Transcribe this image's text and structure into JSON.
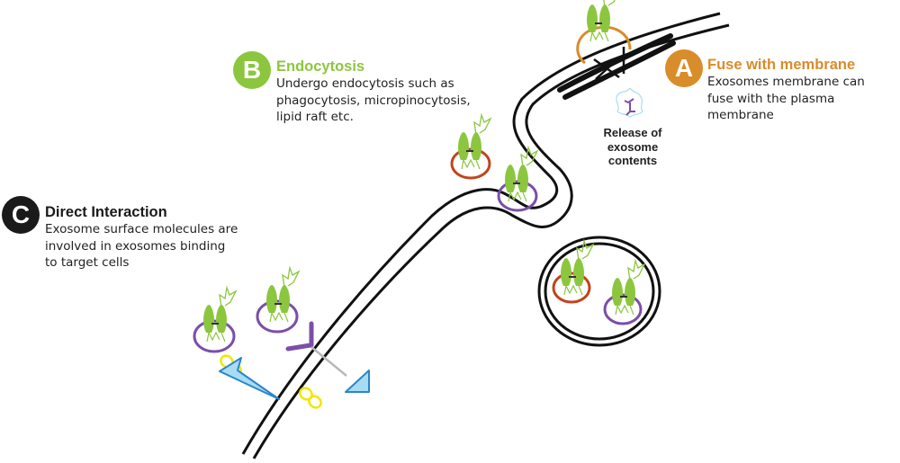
{
  "title": "Mechanisms of exosome uptake by target cells",
  "colors": {
    "fusion": "#d98c2a",
    "endocytosis": "#8cc63f",
    "direct": "#1a1a1a",
    "exosome_orange": "#d98c2a",
    "exosome_red": "#c0441e",
    "exosome_purple": "#7a4fa8",
    "protein_green": "#8cc63f",
    "ligand_blue": "#a8dcf5",
    "ligand_blue_stroke": "#2a86c8",
    "yellow_chain": "#f2e600",
    "membrane": "#111111"
  },
  "mechanisms": [
    {
      "letter": "A",
      "heading": "Fuse with membrane",
      "description": "Exosomes membrane can\nfuse with the plasma\nmembrane"
    },
    {
      "letter": "B",
      "heading": "Endocytosis",
      "description": "Undergo endocytosis such as\nphagocytosis, micropinocytosis,\nlipid raft etc."
    },
    {
      "letter": "C",
      "heading": "Direct Interaction",
      "description": "Exosome surface molecules are\ninvolved in exosomes binding\nto target cells"
    }
  ],
  "release_label": "Release of\nexosome\ncontents"
}
